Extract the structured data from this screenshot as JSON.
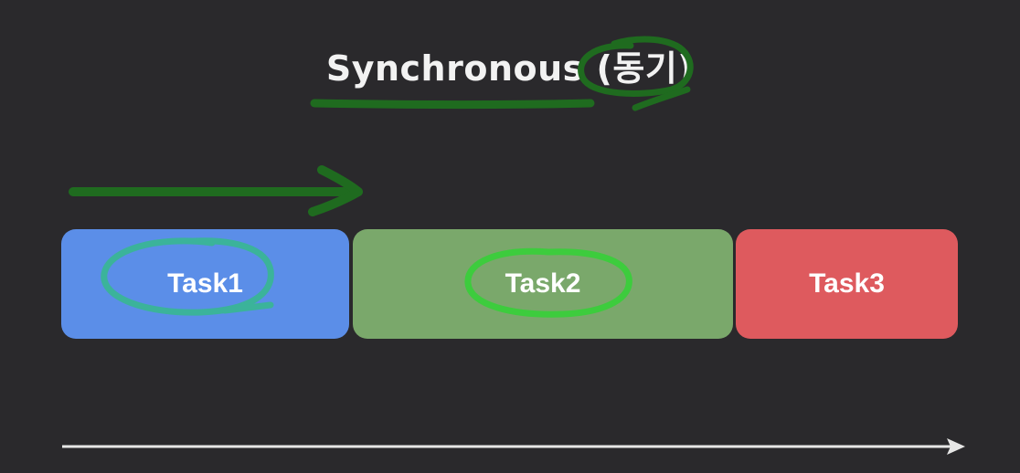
{
  "title": "Synchronous (동기)",
  "tasks": [
    {
      "label": "Task1",
      "color": "#5b8ee8"
    },
    {
      "label": "Task2",
      "color": "#7aa86b"
    },
    {
      "label": "Task3",
      "color": "#de5a5e"
    }
  ],
  "colors": {
    "background": "#2a292c",
    "annotation_dark_green": "#1f6b1f",
    "annotation_teal": "#3bb39a",
    "annotation_bright_green": "#3dcc3d",
    "timeline": "#e6e6e6"
  }
}
